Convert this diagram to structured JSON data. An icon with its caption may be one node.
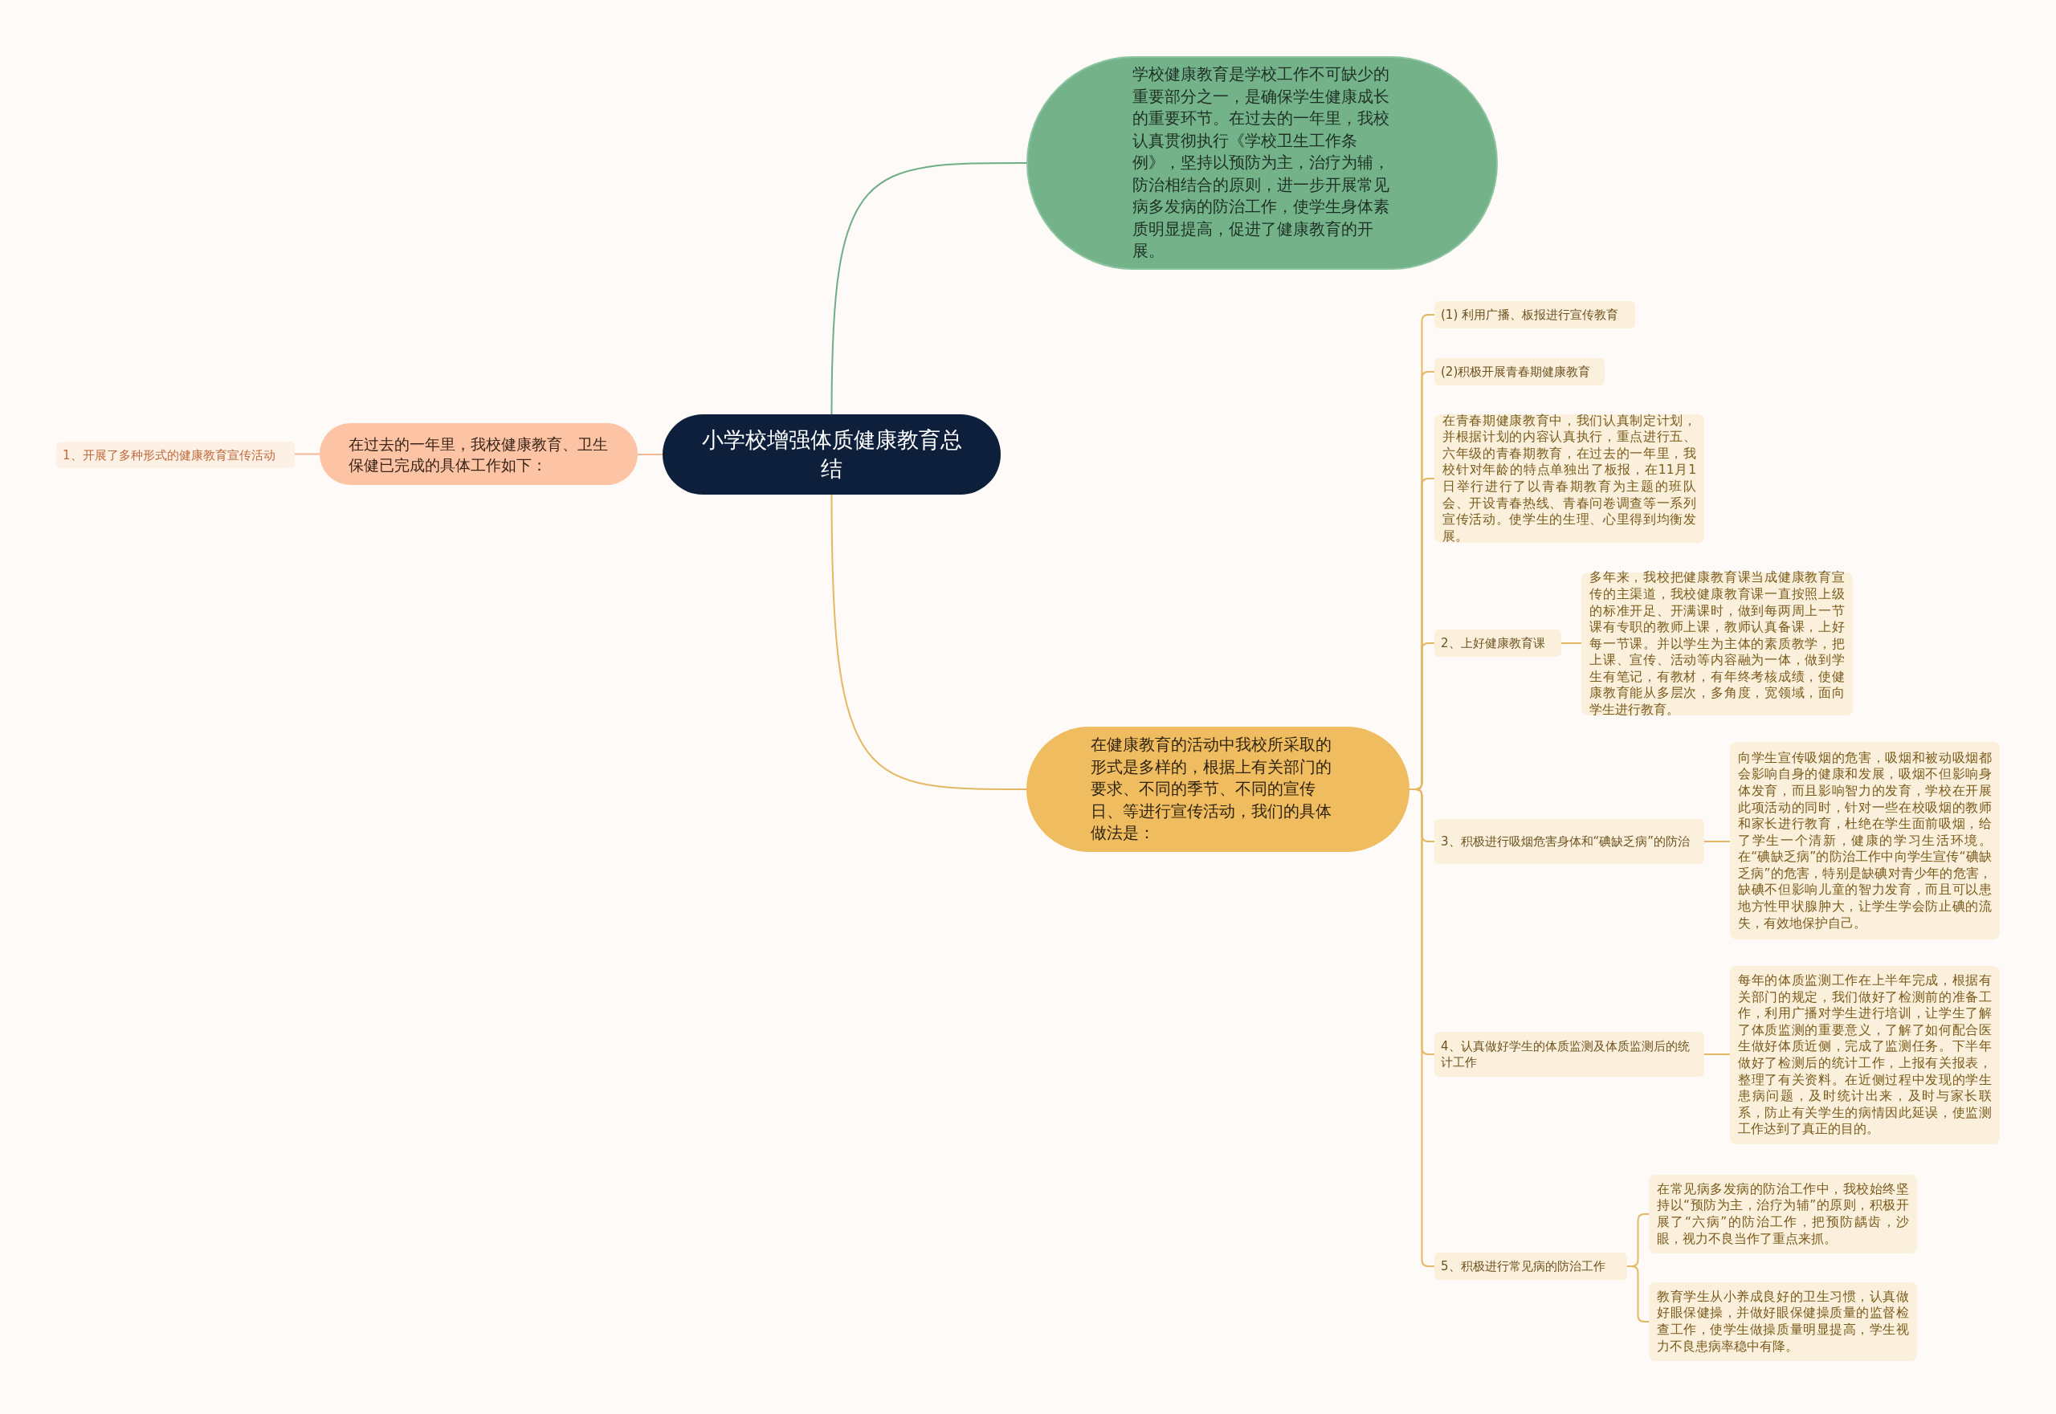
{
  "diagram": {
    "nodes": [
      {
        "text": [
          "小学校增强体质健康教育总结"
        ]
      },
      {
        "text": [
          "学校健康教育是学校工作不可缺少的重要部分之一，是确保学生健康成长的重要环节。在过去的一年里，我校认真贯彻执行《学校卫生工作条例》，坚持以预防为主，治疗为辅，防治相结合的原则，进一步开展常见病多发病的防治工作，使学生身体素质明显提高，促进了健康教育的开展。"
        ]
      },
      {
        "text": [
          "在健康教育的活动中我校所采取的形式是多样的，根据上有关部门的要求、不同的季节、不同的宣传日、等进行宣传活动，我们的具体做法是："
        ]
      },
      {
        "text": [
          "在过去的一年里，我校健康教育、卫生保健已完成的具体工作如下："
        ]
      },
      {
        "text": [
          "1、开展了多种形式的健康教育宣传活动"
        ]
      },
      {
        "text": [
          "(1) 利用广播、板报进行宣传教育"
        ]
      },
      {
        "text": [
          "(2)积极开展青春期健康教育"
        ]
      },
      {
        "text": [
          "在青春期健康教育中，我们认真制定计划，并根据计划的内容认真执行，重点进行五、六年级的青春期教育，在过去的一年里，我校针对年龄的特点单独出了板报，在11月1日举行进行了以青春期教育为主题的班队会、开设青春热线、青春问卷调查等一系列宣传活动。使学生的生理、心里得到均衡发展。"
        ]
      },
      {
        "text": [
          "2、上好健康教育课"
        ]
      },
      {
        "text": [
          "多年来，我校把健康教育课当成健康教育宣传的主渠道，我校健康教育课一直按照上级的标准开足、开满课时，做到每两周上一节课有专职的教师上课，教师认真备课，上好每一节课。并以学生为主体的素质教学，把上课、宣传、活动等内容融为一体，做到学生有笔记，有教材，有年终考核成绩，使健康教育能从多层次，多角度，宽领域，面向学生进行教育。"
        ]
      },
      {
        "text": [
          "3、积极进行吸烟危害身体和“碘缺乏病”的防治"
        ]
      },
      {
        "text": [
          "向学生宣传吸烟的危害，吸烟和被动吸烟都会影响自身的健康和发展，吸烟不但影响身体发育，而且影响智力的发育，学校在开展此项活动的同时，针对一些在校吸烟的教师和家长进行教育，杜绝在学生面前吸烟，给了学生一个清新，健康的学习生活环境。在“碘缺乏病”的防治工作中向学生宣传“碘缺乏病”的危害，特别是缺碘对青少年的危害，缺碘不但影响儿童的智力发育，而且可以患地方性甲状腺肿大，让学生学会防止碘的流失，有效地保护自己。"
        ]
      },
      {
        "text": [
          "4、认真做好学生的体质监测及体质监测后的统计工作"
        ]
      },
      {
        "text": [
          "每年的体质监测工作在上半年完成，根据有关部门的规定，我们做好了检测前的准备工作，利用广播对学生进行培训，让学生了解了体质监测的重要意义，了解了如何配合医生做好体质近侧，完成了监测任务。下半年做好了检测后的统计工作，上报有关报表，整理了有关资料。在近侧过程中发现的学生患病问题，及时统计出来，及时与家长联系，防止有关学生的病情因此延误，使监测工作达到了真正的目的。"
        ]
      },
      {
        "text": [
          "5、积极进行常见病的防治工作"
        ]
      },
      {
        "text": [
          "在常见病多发病的防治工作中，我校始终坚持以“预防为主，治疗为辅”的原则，积极开展了“六病”的防治工作，把预防龋齿，沙眼，视力不良当作了重点来抓。"
        ]
      },
      {
        "text": [
          "教育学生从小养成良好的卫生习惯，认真做好眼保健操，并做好眼保健操质量的监督检查工作，使学生做操质量明显提高，学生视力不良患病率稳中有降。"
        ]
      }
    ],
    "edges": [
      {
        "from": 0,
        "to": 1,
        "arrow": "none",
        "color": "#6fae86"
      },
      {
        "from": 0,
        "to": 2,
        "arrow": "none"
      },
      {
        "from": 0,
        "to": 3,
        "arrow": "none",
        "color": "#f6b894"
      },
      {
        "from": 3,
        "to": 4,
        "arrow": "none",
        "color": "#f6b894"
      },
      {
        "from": 2,
        "to": 5,
        "arrow": "none"
      },
      {
        "from": 2,
        "to": 6,
        "arrow": "none"
      },
      {
        "from": 2,
        "to": 7,
        "arrow": "none"
      },
      {
        "from": 2,
        "to": 8,
        "arrow": "none"
      },
      {
        "from": 8,
        "to": 9,
        "arrow": "none"
      },
      {
        "from": 2,
        "to": 10,
        "arrow": "none"
      },
      {
        "from": 10,
        "to": 11,
        "arrow": "none"
      },
      {
        "from": 2,
        "to": 12,
        "arrow": "none"
      },
      {
        "from": 12,
        "to": 13,
        "arrow": "none"
      },
      {
        "from": 2,
        "to": 14,
        "arrow": "none"
      },
      {
        "from": 14,
        "to": 15,
        "arrow": "none"
      },
      {
        "from": 14,
        "to": 16,
        "arrow": "none"
      }
    ]
  }
}
